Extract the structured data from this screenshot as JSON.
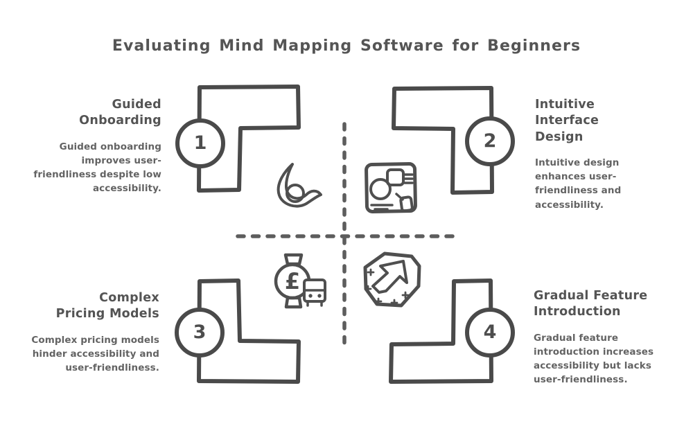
{
  "title": "Evaluating Mind Mapping Software for Beginners",
  "quadrants": [
    {
      "number": "1",
      "heading": "Guided Onboarding",
      "description": "Guided onboarding improves user-friendliness despite low accessibility."
    },
    {
      "number": "2",
      "heading": "Intuitive Interface Design",
      "description": "Intuitive design enhances user-friendliness and accessibility."
    },
    {
      "number": "3",
      "heading": "Complex Pricing Models",
      "description": "Complex pricing models hinder accessibility and user-friendliness."
    },
    {
      "number": "4",
      "heading": "Gradual Feature Introduction",
      "description": "Gradual feature introduction increases accessibility but lacks user-friendliness."
    }
  ],
  "icons": {
    "q1": "guidance-swirl-icon",
    "q2": "mindmap-document-icon",
    "q3": "watch-pound-payment-icon",
    "q4": "arrow-up-right-badge-icon",
    "currency_symbol": "£"
  },
  "colors": {
    "ink": "#4a4a4a",
    "heading_text": "#545454",
    "body_text": "#636363",
    "background": "#ffffff"
  }
}
